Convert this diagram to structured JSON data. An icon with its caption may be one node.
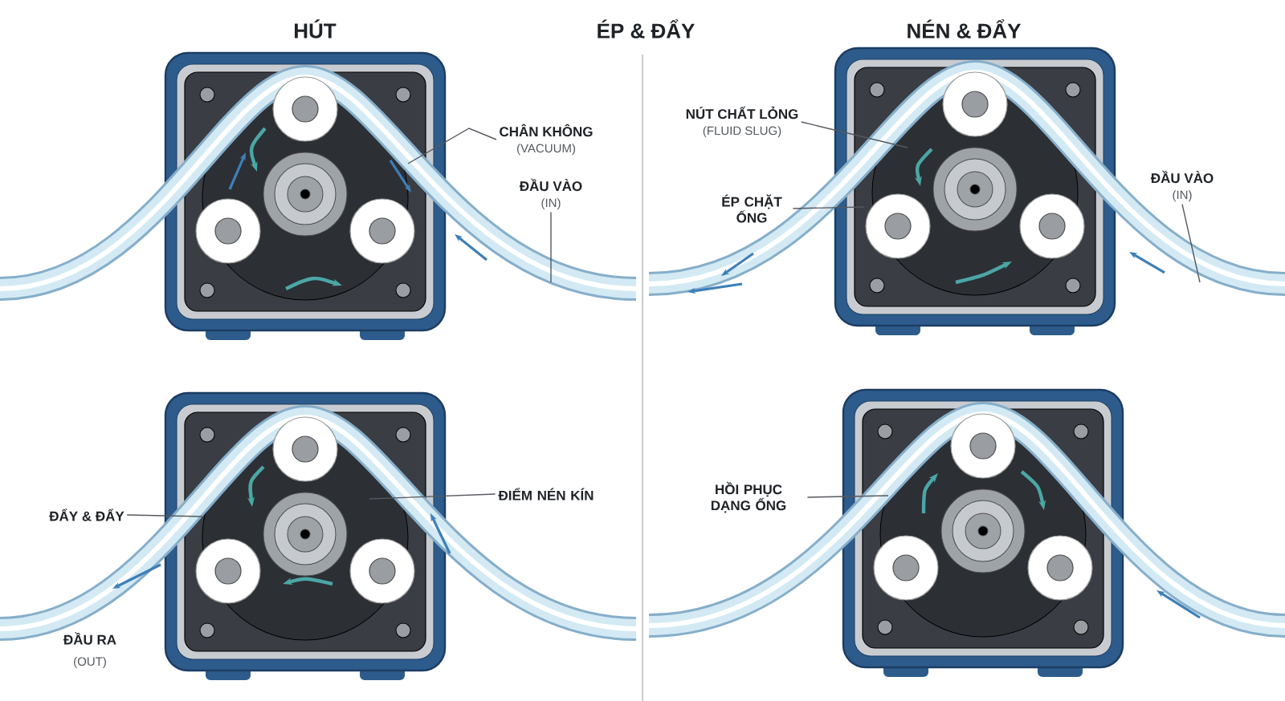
{
  "diagram": {
    "nodes": [
      {
        "text": [
          "CHÂN KHÔNG",
          "(VACUUM)"
        ]
      },
      {
        "text": [
          "ĐẦU VÀO",
          "(IN)"
        ]
      },
      {
        "text": [
          "NÚT CHẤT LỎNG",
          "(FLUID SLUG)"
        ]
      },
      {
        "text": [
          "ÉP CHẶT ỐNG"
        ]
      },
      {
        "text": [
          "ĐẦU VÀO",
          "(IN)"
        ]
      },
      {
        "text": [
          "ĐẨY & ĐẨY"
        ]
      },
      {
        "text": [
          "ĐIỂM NÉN KÍN"
        ]
      },
      {
        "text": [
          "HỒI PHỤC DẠNG ỐNG"
        ]
      }
    ],
    "edges": [
      {
        "from": 0,
        "to": null,
        "arrow": "none"
      },
      {
        "from": 1,
        "to": null,
        "arrow": "none"
      },
      {
        "from": 2,
        "to": null,
        "arrow": "none"
      },
      {
        "from": 3,
        "to": null,
        "arrow": "none"
      },
      {
        "from": 4,
        "to": null,
        "arrow": "none"
      },
      {
        "from": 5,
        "to": null,
        "arrow": "none"
      },
      {
        "from": 6,
        "to": null,
        "arrow": "none"
      },
      {
        "from": 7,
        "to": null,
        "arrow": "none"
      }
    ],
    "labels": [
      "HÚT",
      "ÉP & ĐẨY",
      "NÉN & ĐẨY",
      "ĐẦU RA",
      "(OUT)"
    ]
  }
}
